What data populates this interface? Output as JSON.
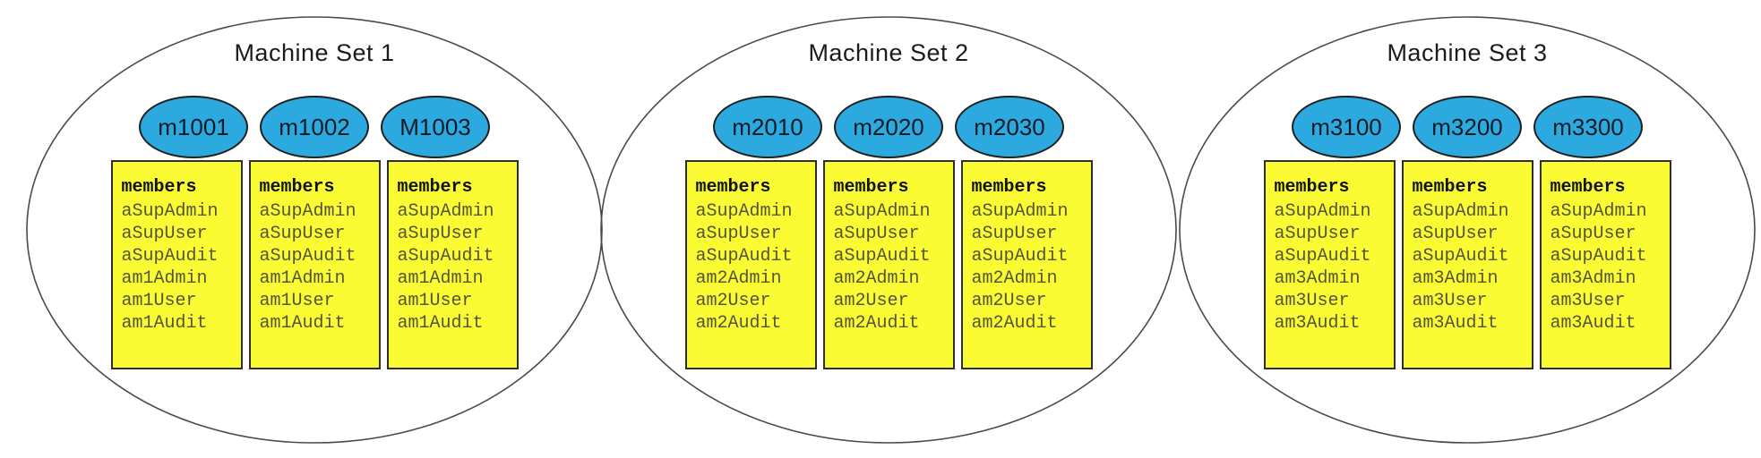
{
  "colors": {
    "machine_oval_fill": "#2CA9DF",
    "machine_oval_border": "#1f1f1f",
    "members_box_fill": "#FBFB33",
    "members_box_border": "#2e2e2e",
    "set_ellipse_stroke": "#4a4a4a"
  },
  "sets": [
    {
      "title": "Machine Set 1",
      "machines": [
        {
          "name": "m1001",
          "members_header": "members",
          "members": [
            "aSupAdmin",
            "aSupUser",
            "aSupAudit",
            "am1Admin",
            "am1User",
            "am1Audit"
          ]
        },
        {
          "name": "m1002",
          "members_header": "members",
          "members": [
            "aSupAdmin",
            "aSupUser",
            "aSupAudit",
            "am1Admin",
            "am1User",
            "am1Audit"
          ]
        },
        {
          "name": "M1003",
          "members_header": "members",
          "members": [
            "aSupAdmin",
            "aSupUser",
            "aSupAudit",
            "am1Admin",
            "am1User",
            "am1Audit"
          ]
        }
      ]
    },
    {
      "title": "Machine Set 2",
      "machines": [
        {
          "name": "m2010",
          "members_header": "members",
          "members": [
            "aSupAdmin",
            "aSupUser",
            "aSupAudit",
            "am2Admin",
            "am2User",
            "am2Audit"
          ]
        },
        {
          "name": "m2020",
          "members_header": "members",
          "members": [
            "aSupAdmin",
            "aSupUser",
            "aSupAudit",
            "am2Admin",
            "am2User",
            "am2Audit"
          ]
        },
        {
          "name": "m2030",
          "members_header": "members",
          "members": [
            "aSupAdmin",
            "aSupUser",
            "aSupAudit",
            "am2Admin",
            "am2User",
            "am2Audit"
          ]
        }
      ]
    },
    {
      "title": "Machine Set 3",
      "machines": [
        {
          "name": "m3100",
          "members_header": "members",
          "members": [
            "aSupAdmin",
            "aSupUser",
            "aSupAudit",
            "am3Admin",
            "am3User",
            "am3Audit"
          ]
        },
        {
          "name": "m3200",
          "members_header": "members",
          "members": [
            "aSupAdmin",
            "aSupUser",
            "aSupAudit",
            "am3Admin",
            "am3User",
            "am3Audit"
          ]
        },
        {
          "name": "m3300",
          "members_header": "members",
          "members": [
            "aSupAdmin",
            "aSupUser",
            "aSupAudit",
            "am3Admin",
            "am3User",
            "am3Audit"
          ]
        }
      ]
    }
  ]
}
